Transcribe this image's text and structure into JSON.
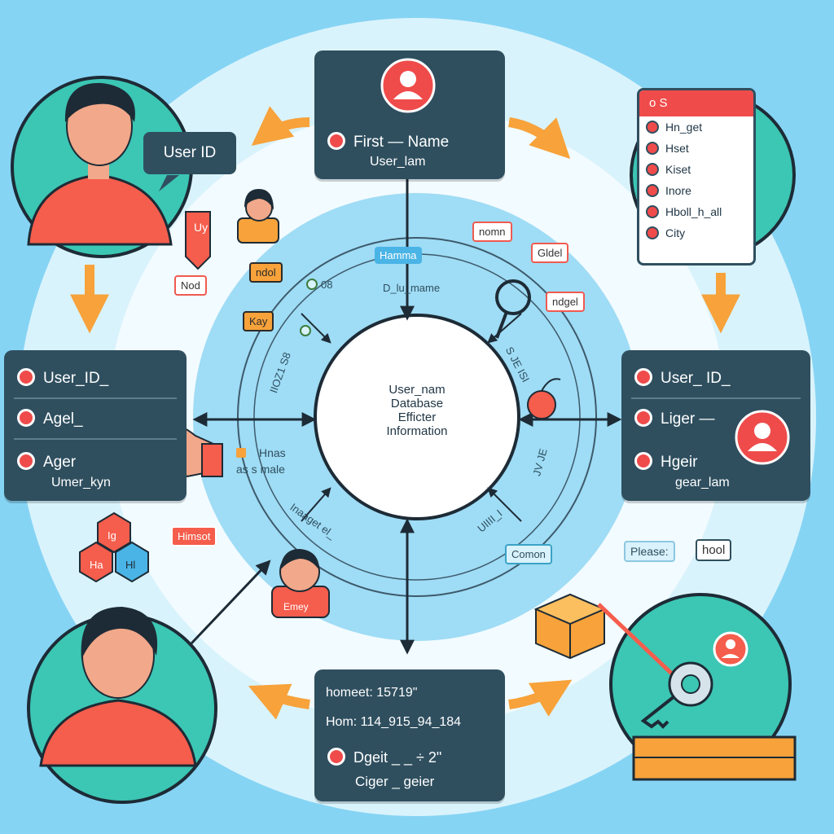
{
  "colors": {
    "background": "#86d4f4",
    "card": "#2f4f5f",
    "accent_red": "#ef4b4b",
    "accent_orange": "#f7a23a",
    "teal": "#3cc6b4"
  },
  "center": {
    "lines": [
      "User_nam",
      "Database",
      "Efficter",
      "Information"
    ]
  },
  "top_card": {
    "row": "First — Name",
    "sub": "User_lam"
  },
  "left_card": {
    "rows": [
      "User_ID_",
      "Agel_",
      "Ager"
    ],
    "sub": "Umer_kyn"
  },
  "right_card": {
    "rows": [
      "User_ ID_",
      "Liger —",
      "Hgeir"
    ],
    "sub": "gear_lam"
  },
  "bottom_card": {
    "row1": "homeet:   15719\"",
    "row2": "Hom:   114_915_94_184",
    "row3": "Dgeit _ _ ÷ 2\"",
    "row4": "Ciger  _ geier"
  },
  "list_card": {
    "header": "o  S",
    "items": [
      "Hn_get",
      "Hset",
      "Kiset",
      "Inore",
      "Hboll_h_all",
      "City"
    ]
  },
  "speech": {
    "user_id": "User ID"
  },
  "tags": {
    "u_red": "Uy",
    "nod": "Nod",
    "ndol": "ndol",
    "kay": "Kay",
    "hamma": "Hamma",
    "nomn": "nomn",
    "gldel": "Gldel",
    "ndgel": "ndgel",
    "hnas": "Hnas",
    "himsot": "Himsot",
    "comon": "Comon",
    "please": "Please:",
    "hool": "hool",
    "child_badge": "Emey"
  },
  "hex": [
    "Ig",
    "Ha",
    "Hl"
  ],
  "ring_labels": {
    "ring_top": "D_lu_mame",
    "small_08": "08",
    "as_male": "as s male",
    "left_arc": "IIOZ1 S8",
    "right_arc": "S JE ISI",
    "bottom_left_arc": "Inaaget el_",
    "bottom_right_arc": "UIIII_I",
    "right_low_arc": "JV JE"
  }
}
